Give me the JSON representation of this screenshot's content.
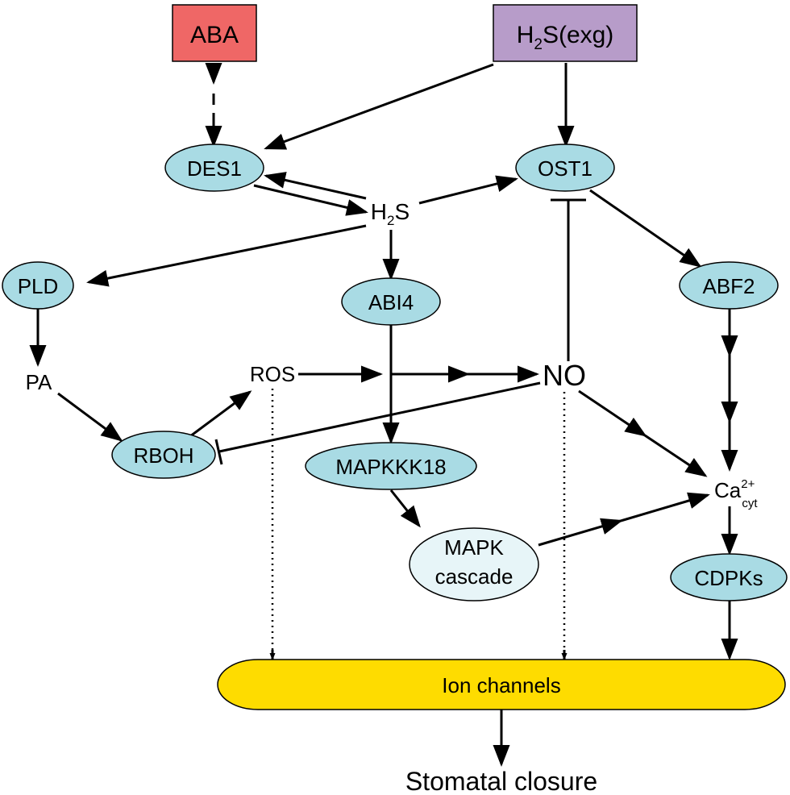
{
  "colors": {
    "aba_fill": "#ef6766",
    "h2s_exg_fill": "#b79cc9",
    "ellipse_fill": "#a9dbe4",
    "mapk_fill": "#e7f5f8",
    "ion_fill": "#fedc00"
  },
  "nodes": {
    "aba": "ABA",
    "h2s_exg_main": "H",
    "h2s_exg_sub": "2",
    "h2s_exg_rest": "S(exg)",
    "des1": "DES1",
    "ost1": "OST1",
    "h2s_main": "H",
    "h2s_sub": "2",
    "h2s_rest": "S",
    "pld": "PLD",
    "abi4": "ABI4",
    "abf2": "ABF2",
    "pa": "PA",
    "ros": "ROS",
    "no": "NO",
    "rboh": "RBOH",
    "mapkkk18": "MAPKKK18",
    "mapk_line1": "MAPK",
    "mapk_line2": "cascade",
    "ca_main": "Ca",
    "ca_sup": "2+",
    "ca_sub": "cyt",
    "cdpks": "CDPKs",
    "ion_channels": "Ion channels",
    "stomatal_closure": "Stomatal closure"
  }
}
